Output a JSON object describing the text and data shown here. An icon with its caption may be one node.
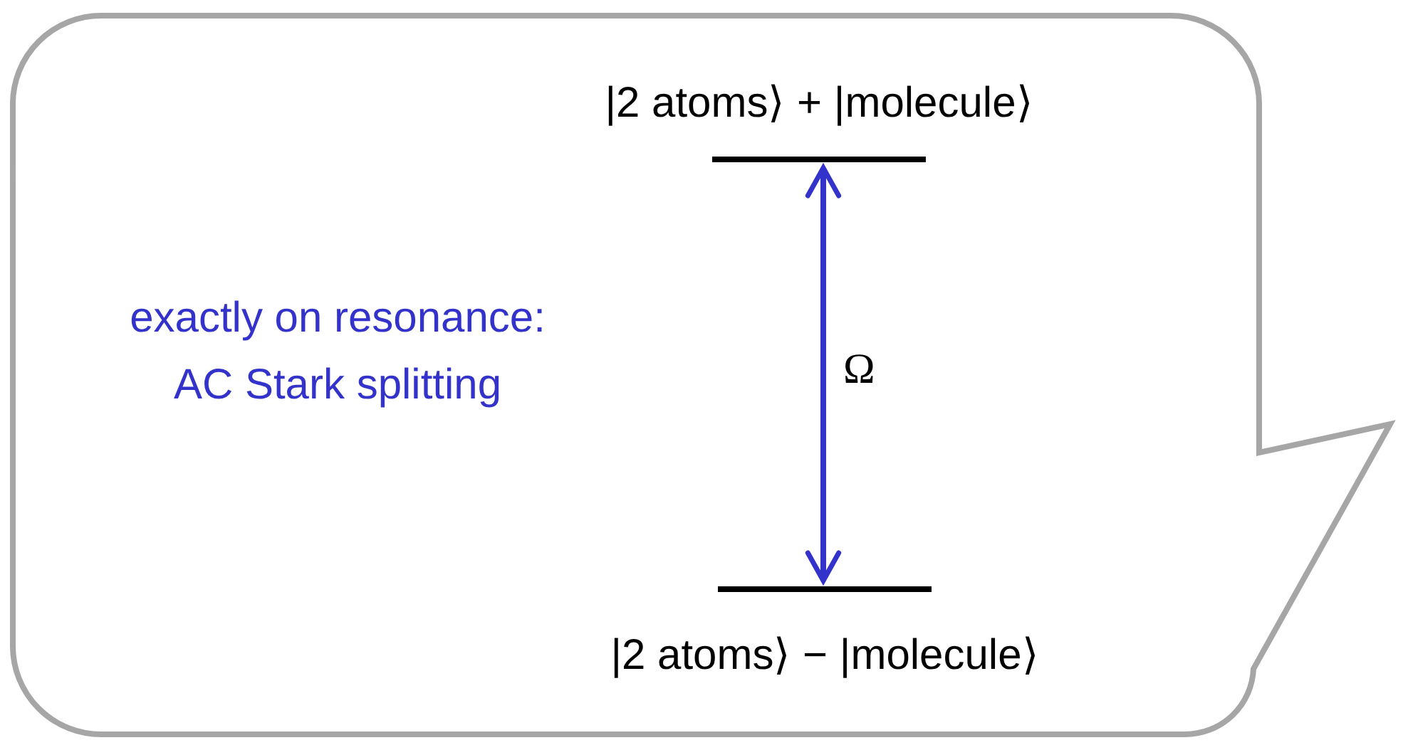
{
  "diagram": {
    "nodes": [
      {
        "text": [],
        "shape": "callout"
      },
      {
        "text": [
          "|2 atoms⟩ + |molecule⟩"
        ],
        "in": 0
      },
      {
        "text": [
          "|2 atoms⟩ − |molecule⟩"
        ],
        "in": 0
      }
    ],
    "edges": [
      {
        "from": 1,
        "to": 2,
        "arrow": "both",
        "label": "Ω",
        "color": "#3333cc"
      }
    ],
    "labels": [
      "exactly on resonance: AC Stark splitting"
    ]
  }
}
